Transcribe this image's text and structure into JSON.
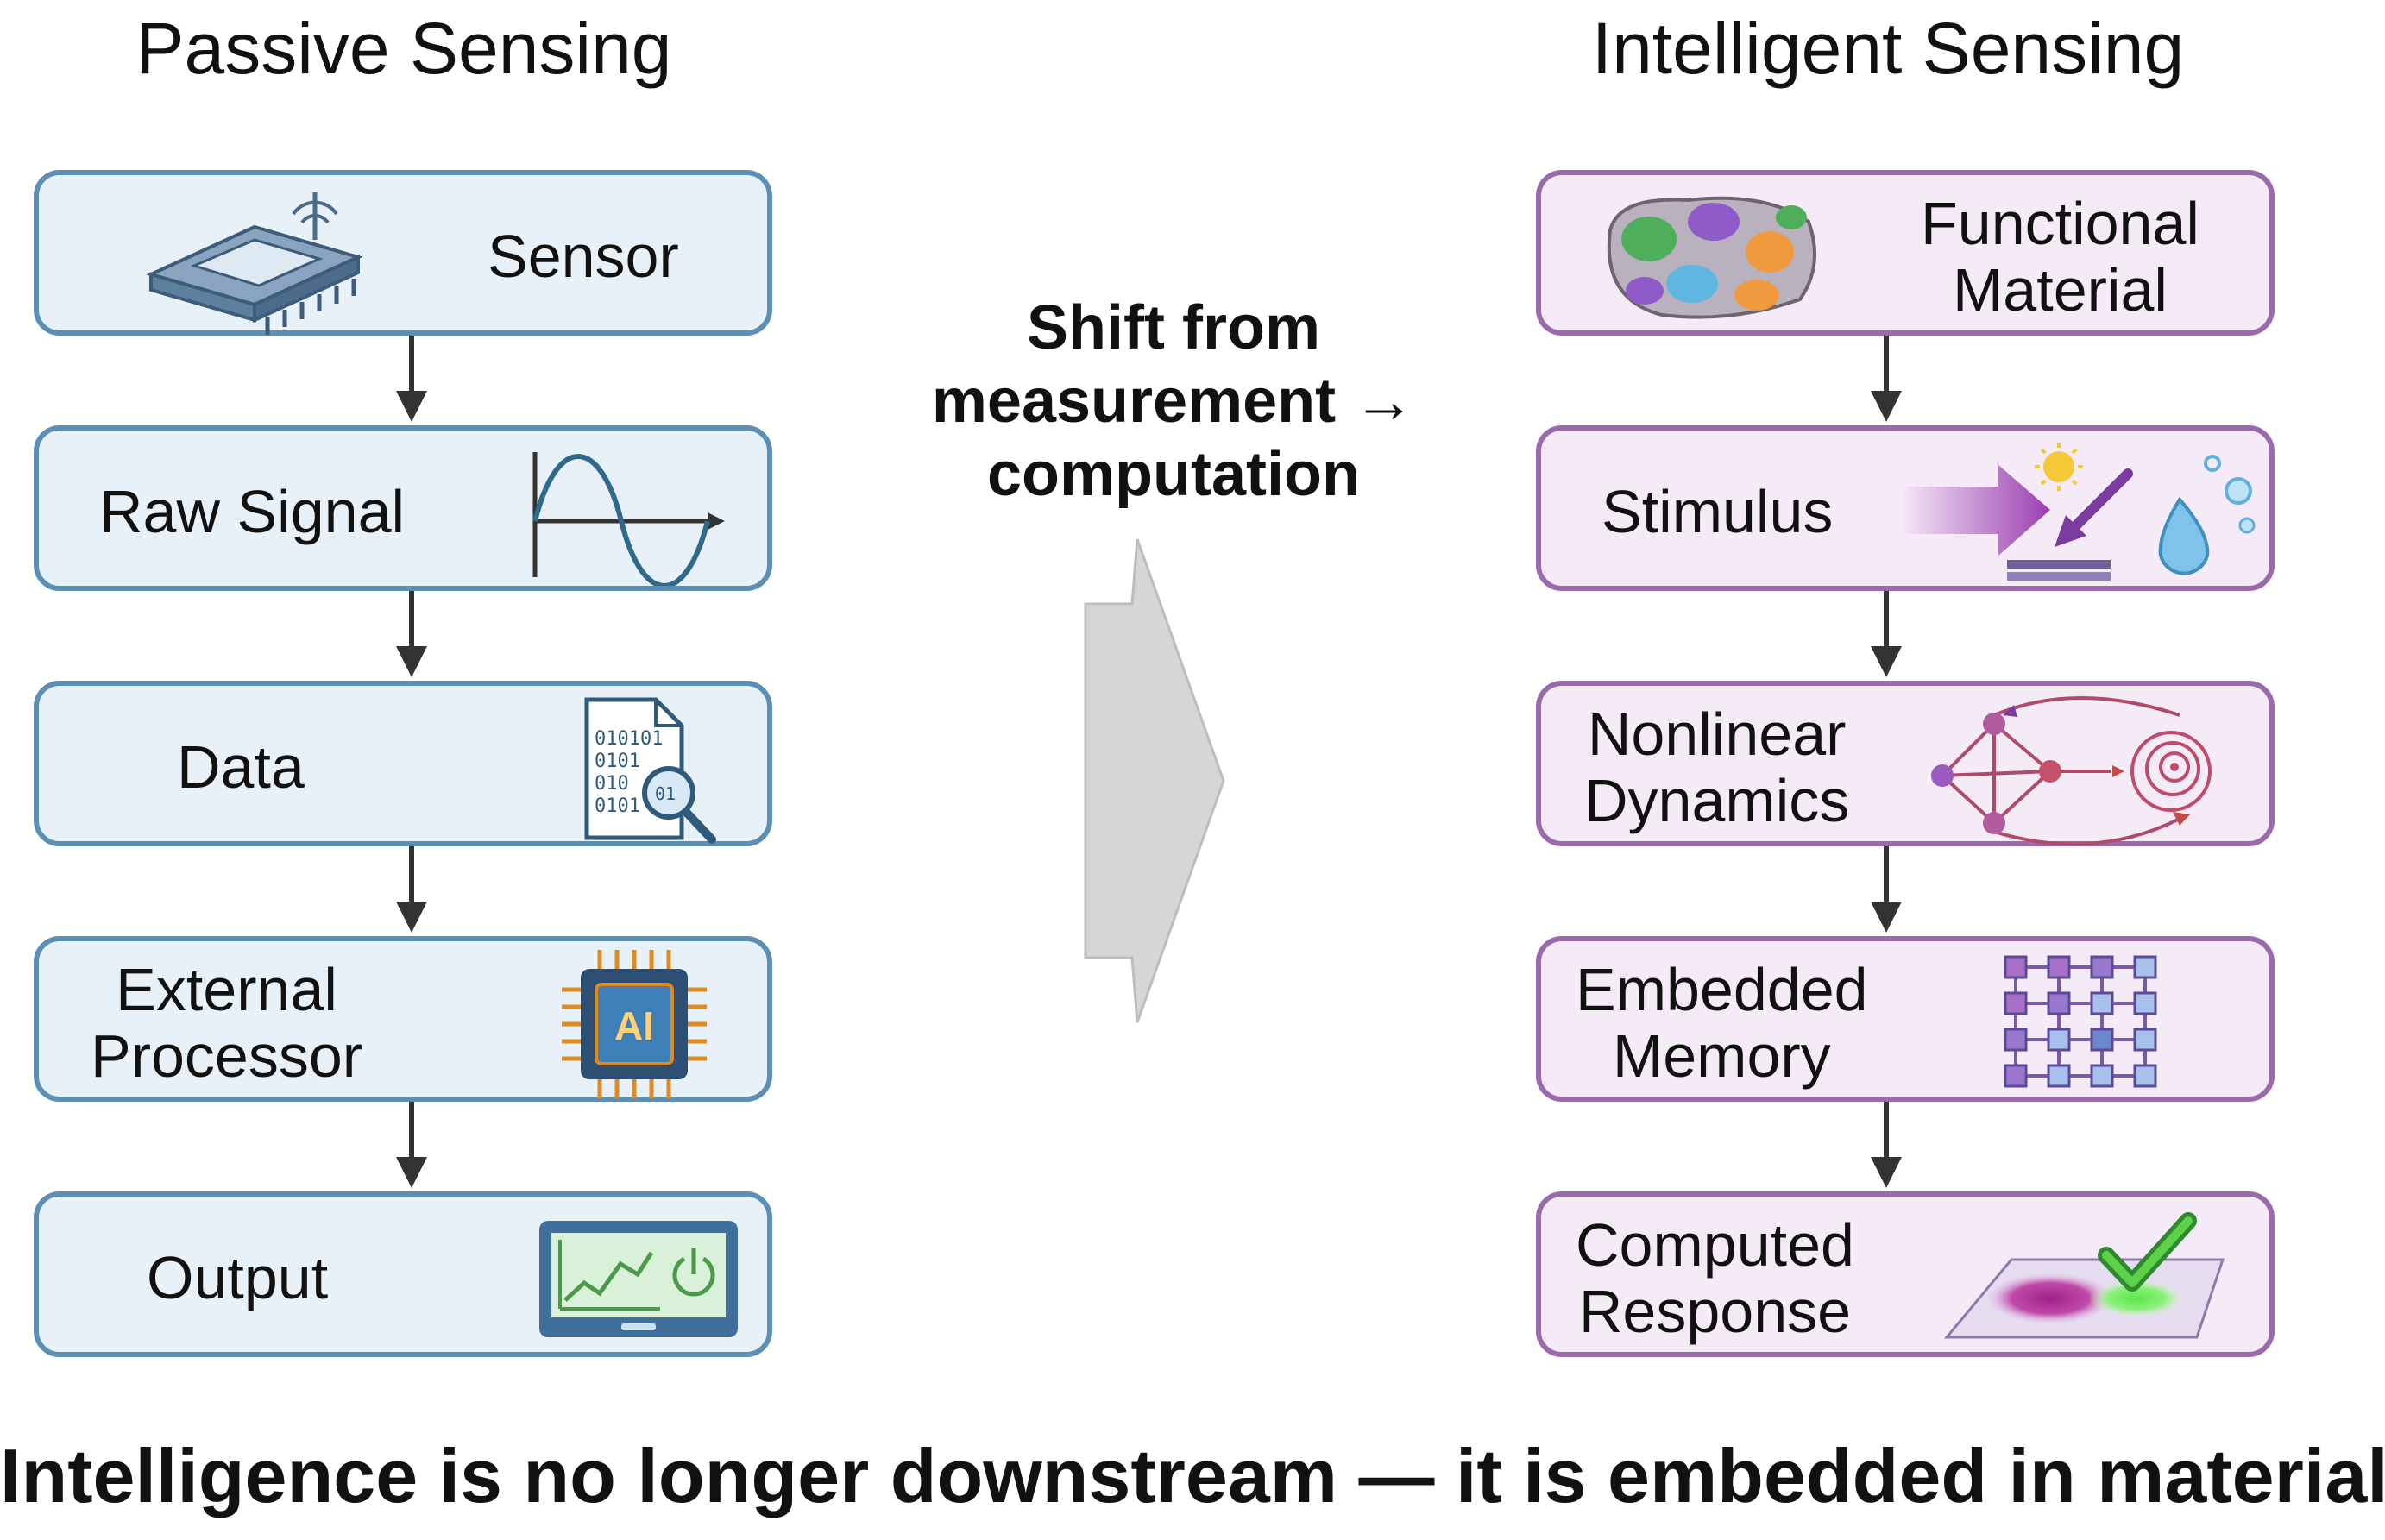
{
  "left_column": {
    "title": "Passive Sensing",
    "steps": [
      {
        "label": "Sensor",
        "icon": "chip-sensor-icon"
      },
      {
        "label": "Raw Signal",
        "icon": "sine-wave-icon"
      },
      {
        "label": "Data",
        "icon": "binary-document-search-icon"
      },
      {
        "label_line1": "External",
        "label_line2": "Processor",
        "icon": "ai-chip-icon"
      },
      {
        "label": "Output",
        "icon": "monitor-chart-icon"
      }
    ]
  },
  "right_column": {
    "title": "Intelligent Sensing",
    "steps": [
      {
        "label_line1": "Functional",
        "label_line2": "Material",
        "icon": "material-composite-icon"
      },
      {
        "label": "Stimulus",
        "icon": "stimulus-light-water-icon"
      },
      {
        "label_line1": "Nonlinear",
        "label_line2": "Dynamics",
        "icon": "network-dynamics-icon"
      },
      {
        "label_line1": "Embedded",
        "label_line2": "Memory",
        "icon": "memory-grid-icon"
      },
      {
        "label_line1": "Computed",
        "label_line2": "Response",
        "icon": "response-checkmark-icon"
      }
    ]
  },
  "center": {
    "line1": "Shift from",
    "line2": "measurement →",
    "line3": "computation",
    "icon": "chevron-arrow-icon"
  },
  "tagline": "Intelligence is no longer downstream — it is embedded in materials",
  "colors": {
    "passive_fill": "#e8f1f8",
    "passive_border": "#5c8fb5",
    "intelligent_fill": "#f4ebf6",
    "intelligent_border": "#9a6aac",
    "connector": "#333333",
    "shift_arrow": "#d3d3d3"
  }
}
